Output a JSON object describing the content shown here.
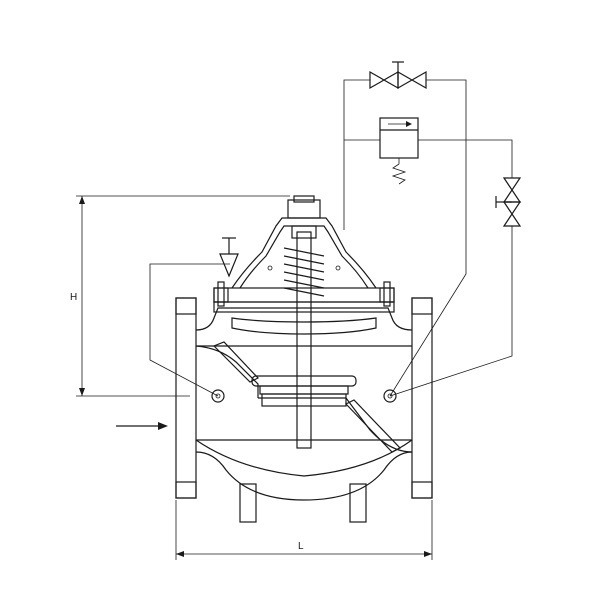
{
  "figure": {
    "type": "technical-drawing",
    "subject": "control-valve-cross-section",
    "line_color": "#1a1a1a",
    "background": "#ffffff"
  },
  "dimensions": {
    "height_label": "H",
    "length_label": "L"
  },
  "annotations": {
    "flow_arrow": "right"
  }
}
